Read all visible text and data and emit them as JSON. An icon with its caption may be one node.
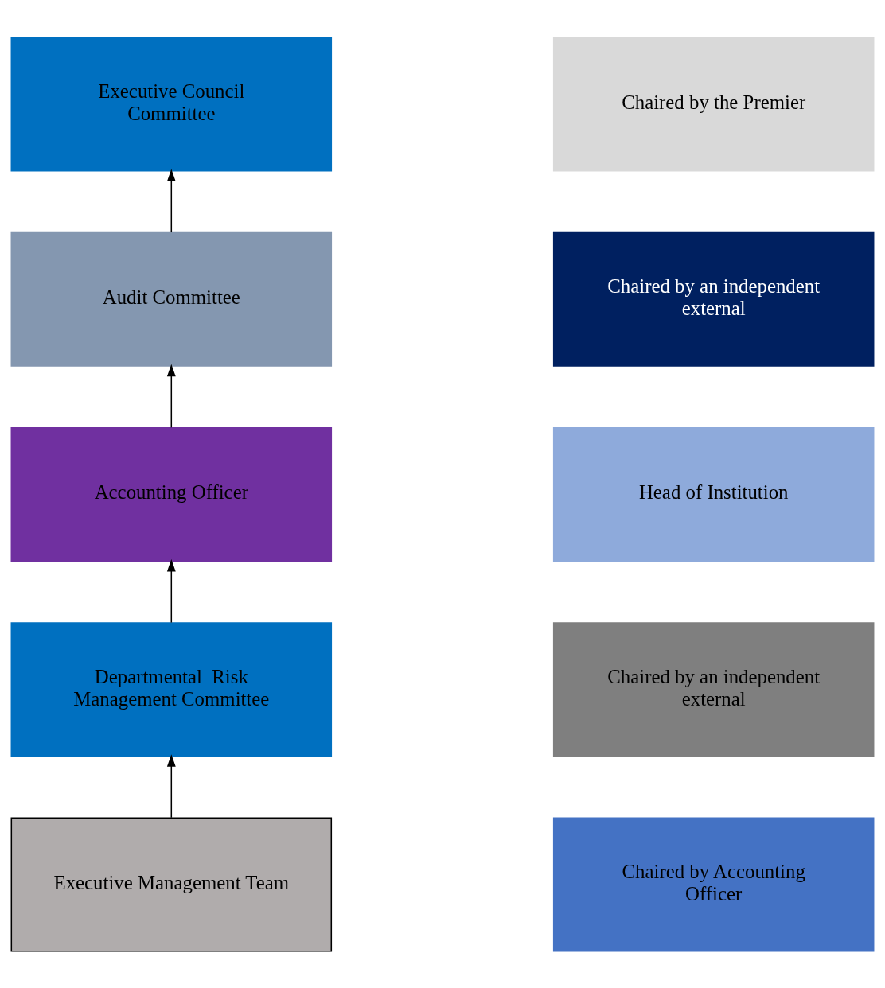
{
  "diagram": {
    "nodes": [
      {
        "text": [
          "Executive Council Committee"
        ]
      },
      {
        "text": [
          "Chaired by the Premier"
        ]
      },
      {
        "text": [
          "Audit Committee"
        ]
      },
      {
        "text": [
          "Chaired by an independent external"
        ]
      },
      {
        "text": [
          "Accounting Officer"
        ]
      },
      {
        "text": [
          "Head of Institution"
        ]
      },
      {
        "text": [
          "Departmental  Risk Management Committee"
        ]
      },
      {
        "text": [
          "Chaired by an independent external"
        ]
      },
      {
        "text": [
          "Executive Management Team"
        ]
      },
      {
        "text": [
          "Chaired by Accounting Officer"
        ]
      }
    ],
    "edges": [
      {
        "from": 2,
        "to": 0,
        "arrow": "to"
      },
      {
        "from": 4,
        "to": 2,
        "arrow": "to"
      },
      {
        "from": 6,
        "to": 4,
        "arrow": "to"
      },
      {
        "from": 8,
        "to": 6,
        "arrow": "to"
      }
    ]
  }
}
